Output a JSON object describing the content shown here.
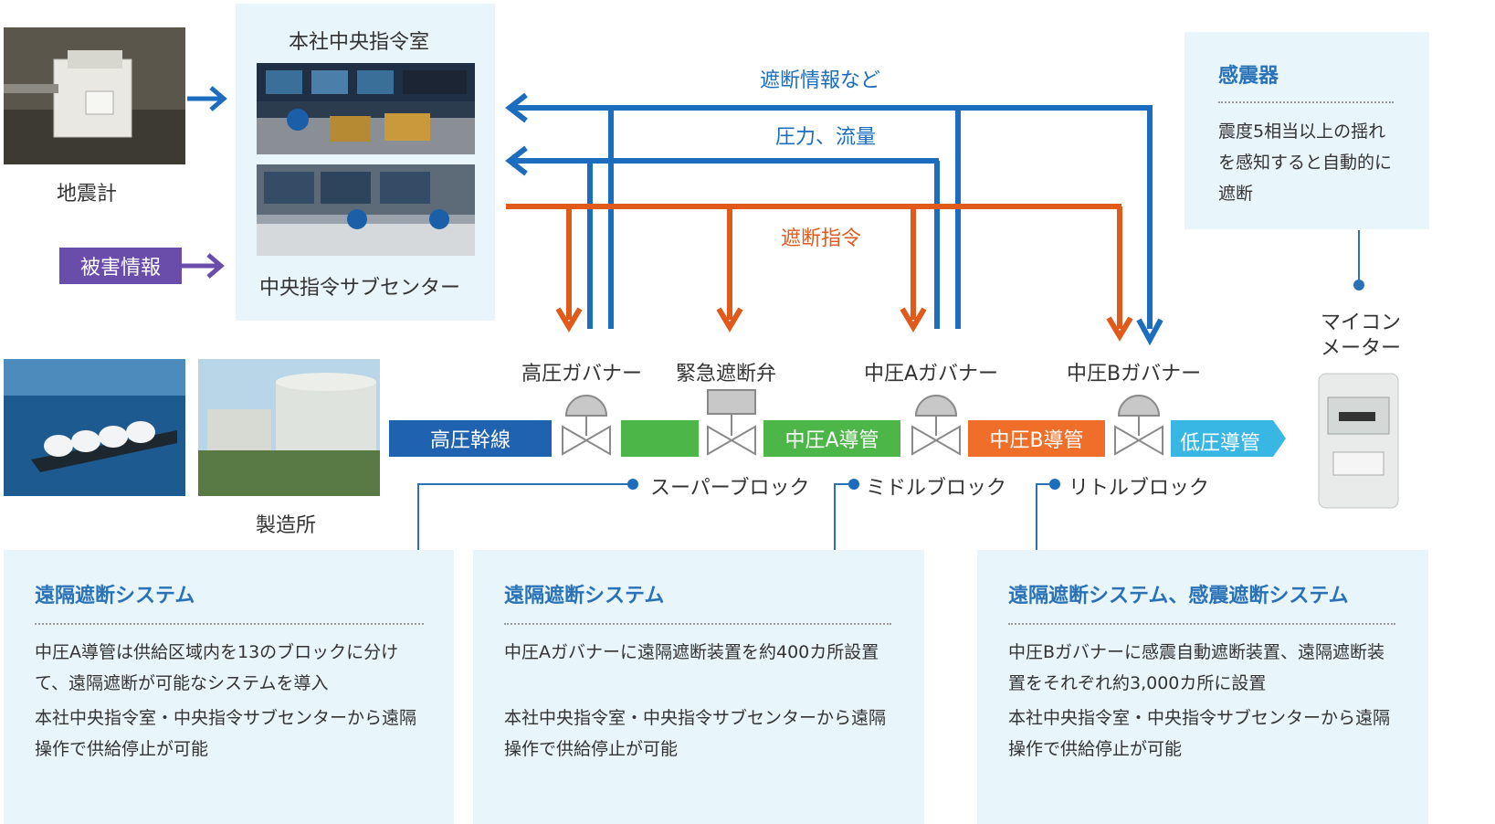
{
  "labels": {
    "seismometer": "地震計",
    "hq_room": "本社中央指令室",
    "sub_center": "中央指令サブセンター",
    "damage_info": "被害情報",
    "plant": "製造所",
    "micom_meter": "マイコン\nメーター"
  },
  "flows": {
    "shutoff_info": "遮断情報など",
    "pressure_flow": "圧力、流量",
    "shutoff_command": "遮断指令"
  },
  "governors": {
    "high": "高圧ガバナー",
    "emergency_valve": "緊急遮断弁",
    "mid_a": "中圧Aガバナー",
    "mid_b": "中圧Bガバナー"
  },
  "pipes": {
    "high_trunk": "高圧幹線",
    "mid_a_pipe": "中圧A導管",
    "mid_b_pipe": "中圧B導管",
    "low_pipe": "低圧導管"
  },
  "blocks": {
    "super": "スーパーブロック",
    "middle": "ミドルブロック",
    "little": "リトルブロック"
  },
  "seismic_sensor": {
    "title": "感震器",
    "text": "震度5相当以上の揺れを感知すると自動的に遮断"
  },
  "info_boxes": [
    {
      "title": "遠隔遮断システム",
      "para1": "中圧A導管は供給区域内を13のブロックに分けて、遠隔遮断が可能なシステムを導入",
      "para2": "本社中央指令室・中央指令サブセンターから遠隔操作で供給停止が可能"
    },
    {
      "title": "遠隔遮断システム",
      "para1": "中圧Aガバナーに遠隔遮断装置を約400カ所設置",
      "para2": "本社中央指令室・中央指令サブセンターから遠隔操作で供給停止が可能"
    },
    {
      "title": "遠隔遮断システム、感震遮断システム",
      "para1": "中圧Bガバナーに感震自動遮断装置、遠隔遮断装置をそれぞれ約3,000カ所に設置",
      "para2": "本社中央指令室・中央指令サブセンターから遠隔操作で供給停止が可能"
    }
  ],
  "colors": {
    "blue_line": "#1c6dbd",
    "orange_line": "#e05a1c",
    "purple": "#6a4cab",
    "high_pipe": "#1f63b0",
    "green_pipe": "#4cb748",
    "mid_b_pipe": "#ef6f2a",
    "low_pipe": "#38b6e4",
    "title_blue": "#2a72b8",
    "panel_bg": "#e8f5fb"
  }
}
